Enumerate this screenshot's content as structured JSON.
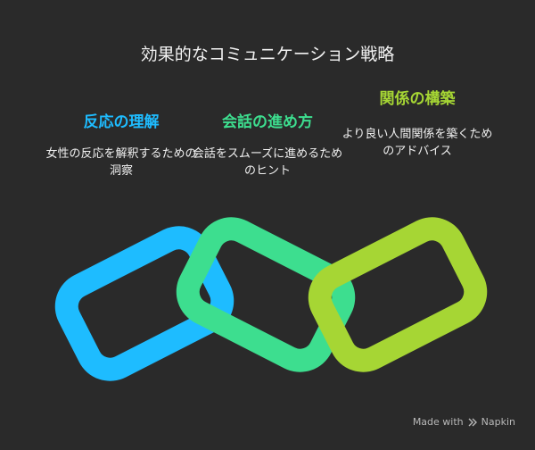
{
  "title": "効果的なコミュニケーション戦略",
  "links": [
    {
      "heading": "反応の理解",
      "description": "女性の反応を解釈するための洞察",
      "color": "#1ebcff"
    },
    {
      "heading": "会話の進め方",
      "description": "会話をスムーズに進めるためのヒント",
      "color": "#3dde8f"
    },
    {
      "heading": "関係の構築",
      "description": "より良い人間関係を築くためのアドバイス",
      "color": "#a6d634"
    }
  ],
  "footer": {
    "made_with": "Made with",
    "brand": "Napkin"
  }
}
